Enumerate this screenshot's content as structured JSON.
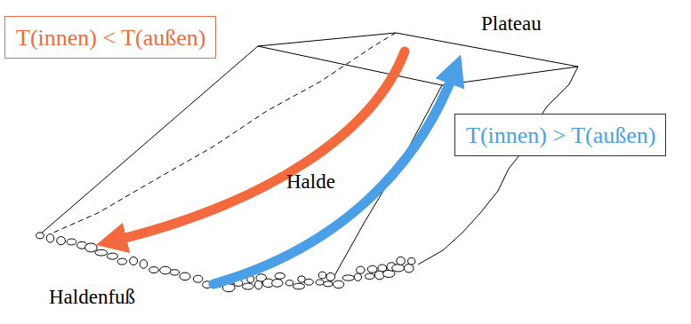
{
  "diagram": {
    "nodes": [
      {
        "text": [
          "T(innen) < T(außen)"
        ]
      },
      {
        "text": [
          "T(innen) > T(außen)"
        ]
      }
    ],
    "labels": [
      "Plateau",
      "Halde",
      "Haldenfuß"
    ]
  }
}
